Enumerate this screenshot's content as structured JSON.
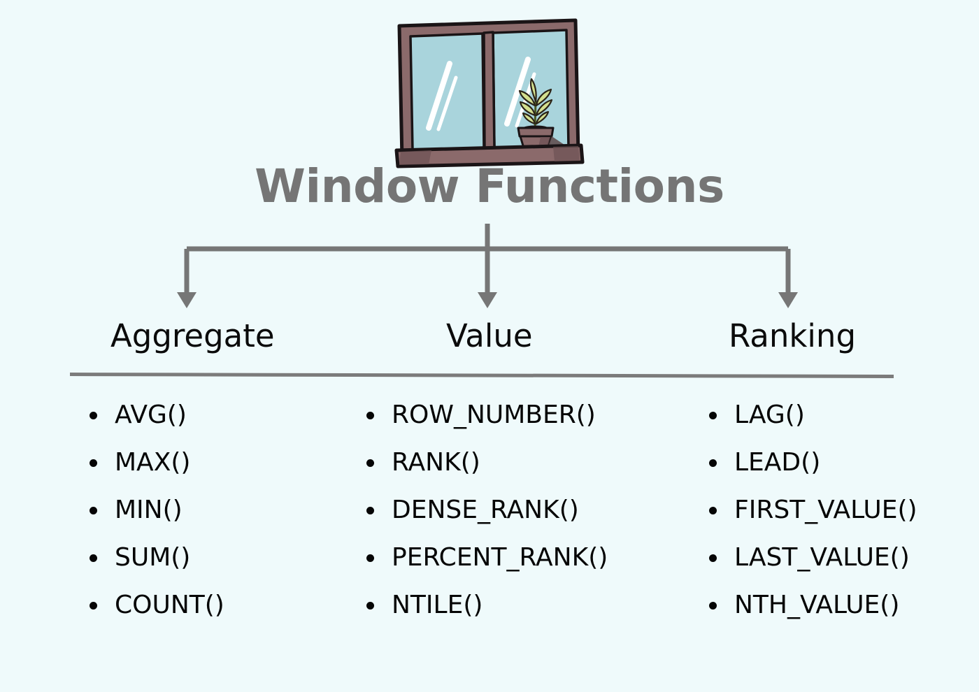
{
  "page": {
    "background_color": "#effafb",
    "title": "Window Functions",
    "title_color": "#757575"
  },
  "illustration": {
    "name": "window-with-plant-illustration",
    "frame_color": "#8b6a6b",
    "frame_outline_color": "#1a1416",
    "glass_color": "#a9d4dc",
    "sill_color": "#8b6a6b",
    "plant_leaf_color": "#d3df8e",
    "plant_pot_color": "#8b6a6b",
    "soil_color": "#241a1c",
    "reflection_color": "#ffffff"
  },
  "connector": {
    "line_color": "#767676",
    "arrow_color": "#767676",
    "branch_count": 3
  },
  "divider": {
    "color": "#7b7b7b"
  },
  "columns": [
    {
      "id": "aggregate",
      "header": "Aggregate",
      "items": [
        "AVG()",
        "MAX()",
        "MIN()",
        "SUM()",
        "COUNT()"
      ]
    },
    {
      "id": "value",
      "header": "Value",
      "items": [
        "ROW_NUMBER()",
        "RANK()",
        "DENSE_RANK()",
        "PERCENT_RANK()",
        "NTILE()"
      ]
    },
    {
      "id": "ranking",
      "header": "Ranking",
      "items": [
        "LAG()",
        "LEAD()",
        "FIRST_VALUE()",
        "LAST_VALUE()",
        "NTH_VALUE()"
      ]
    }
  ]
}
